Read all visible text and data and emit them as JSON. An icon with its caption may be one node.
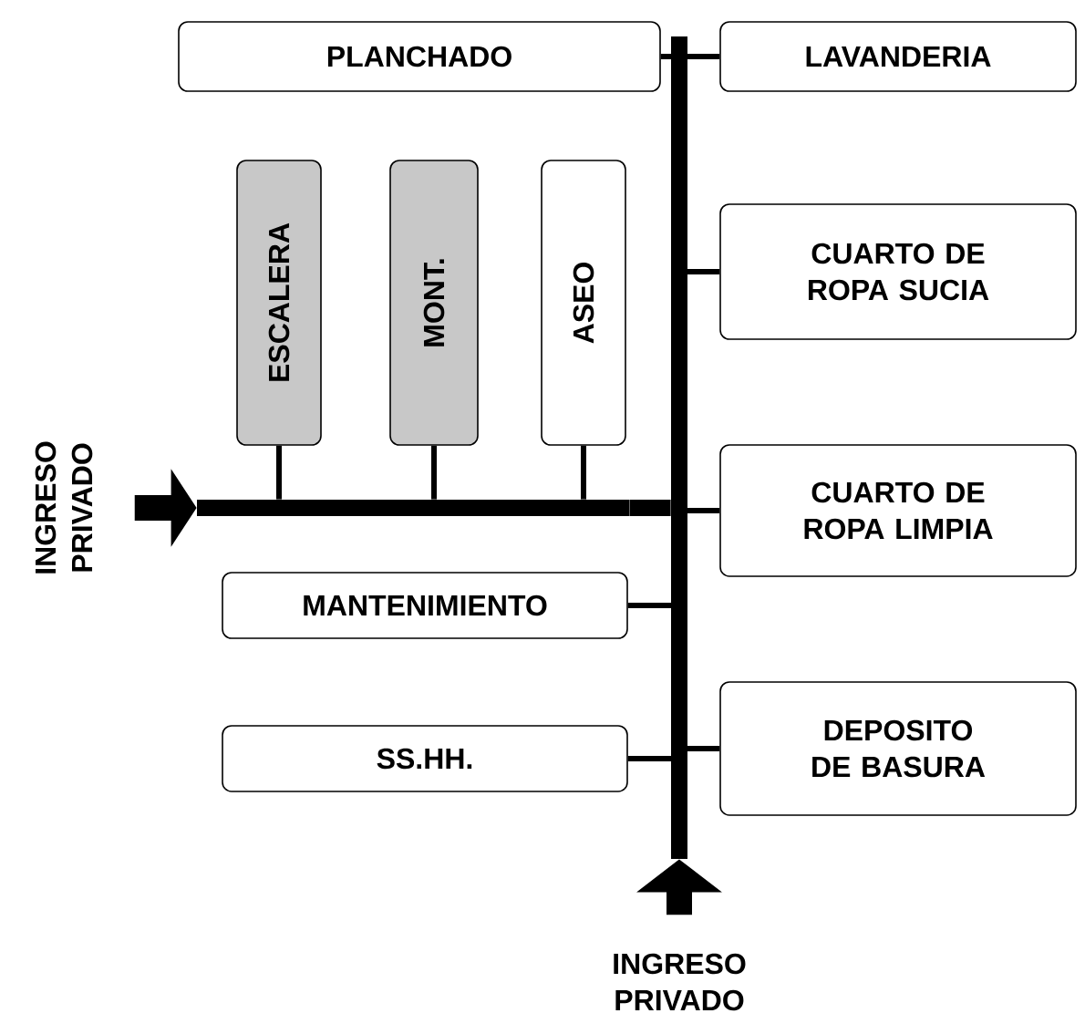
{
  "diagram": {
    "nodes": [
      {
        "text": [
          "PLANCHADO"
        ]
      },
      {
        "text": [
          "LAVANDERIA"
        ]
      },
      {
        "text": [
          "ESCALERA"
        ]
      },
      {
        "text": [
          "MONT."
        ]
      },
      {
        "text": [
          "ASEO"
        ]
      },
      {
        "text": [
          "CUARTO DE ROPA SUCIA"
        ]
      },
      {
        "text": [
          "INGRESO PRIVADO"
        ]
      },
      {
        "text": [],
        "shape": "bar"
      },
      {
        "text": [],
        "shape": "bar"
      },
      {
        "text": [
          "CUARTO DE ROPA LIMPIA"
        ]
      },
      {
        "text": [
          "MANTENIMIENTO"
        ]
      },
      {
        "text": [
          "DEPOSITO DE BASURA"
        ]
      },
      {
        "text": [
          "SS.HH."
        ]
      },
      {
        "text": [
          "INGRESO PRIVADO"
        ]
      }
    ],
    "edges": [
      {
        "from": 0,
        "to": 8,
        "arrow": "none"
      },
      {
        "from": 1,
        "to": 8,
        "arrow": "none"
      },
      {
        "from": 2,
        "to": 7,
        "arrow": "none"
      },
      {
        "from": 3,
        "to": 7,
        "arrow": "none"
      },
      {
        "from": 4,
        "to": 7,
        "arrow": "none"
      },
      {
        "from": 5,
        "to": 8,
        "arrow": "none"
      },
      {
        "from": 6,
        "to": 7,
        "arrow": "to",
        "style": "thick"
      },
      {
        "from": 7,
        "to": 8,
        "arrow": "none",
        "style": "thick"
      },
      {
        "from": 9,
        "to": 8,
        "arrow": "none"
      },
      {
        "from": 10,
        "to": 8,
        "arrow": "none"
      },
      {
        "from": 11,
        "to": 8,
        "arrow": "none"
      },
      {
        "from": 12,
        "to": 8,
        "arrow": "none"
      },
      {
        "from": 13,
        "to": 8,
        "arrow": "to",
        "style": "thick"
      }
    ]
  }
}
